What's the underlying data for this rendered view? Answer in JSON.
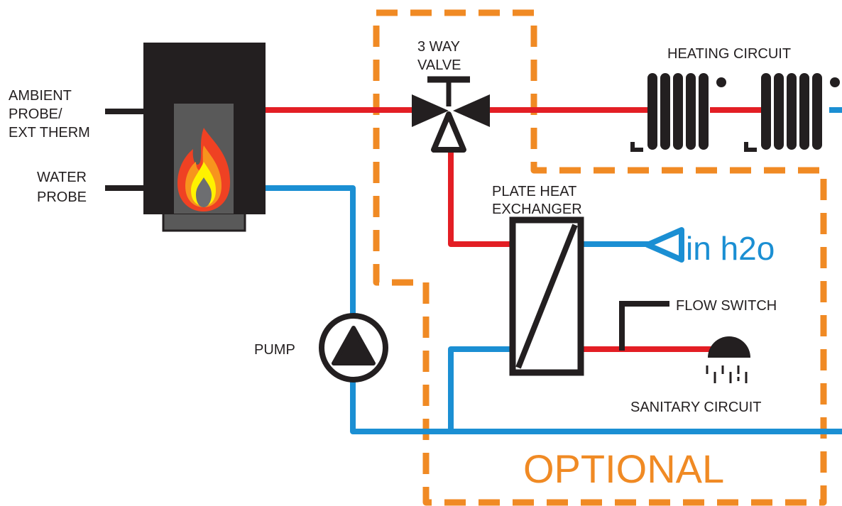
{
  "labels": {
    "ambient_line1": "AMBIENT",
    "ambient_line2": "PROBE/",
    "ambient_line3": "EXT THERM",
    "water_line1": "WATER",
    "water_line2": "PROBE",
    "valve_line1": "3 WAY",
    "valve_line2": "VALVE",
    "heating_circuit": "HEATING CIRCUIT",
    "plate_line1": "PLATE HEAT",
    "plate_line2": "EXCHANGER",
    "in_water": "in h2o",
    "flow_switch": "FLOW SWITCH",
    "pump": "PUMP",
    "sanitary_circuit": "SANITARY CIRCUIT",
    "optional": "OPTIONAL"
  },
  "colors": {
    "hot_pipe": "#e31e24",
    "cold_pipe": "#1b8fd3",
    "optional_outline": "#f08a24",
    "equipment": "#231f20",
    "stove_window": "#595959",
    "flame_outer": "#ef4123",
    "flame_mid": "#f7941d",
    "flame_inner": "#fff200",
    "flame_core": "#6d6e71"
  }
}
